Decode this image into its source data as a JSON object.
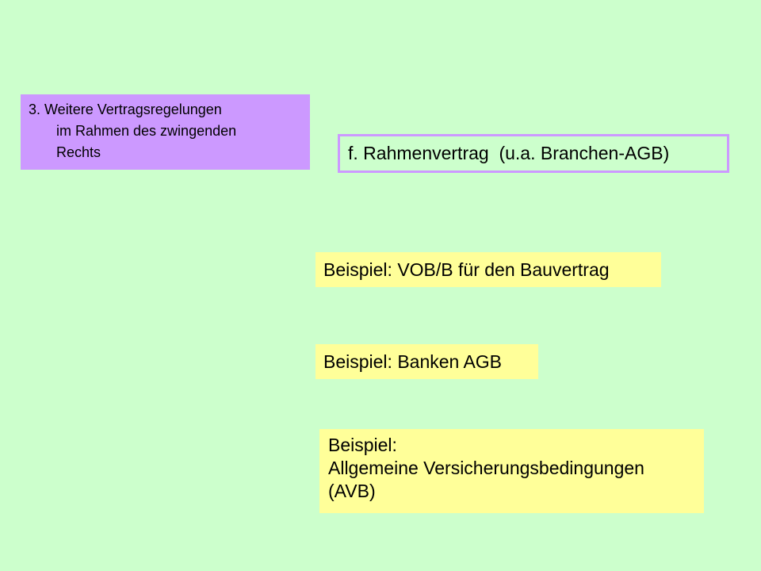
{
  "section": {
    "line1": "3. Weitere Vertragsregelungen",
    "line2": "im Rahmen des zwingenden",
    "line3": "Rechts"
  },
  "title": "f. Rahmenvertrag  (u.a. Branchen-AGB)",
  "examples": [
    {
      "text": "Beispiel: VOB/B für den Bauvertrag"
    },
    {
      "text": "Beispiel: Banken AGB"
    },
    {
      "line1": "Beispiel:",
      "line2": "Allgemeine Versicherungsbedingungen",
      "line3": "(AVB)"
    }
  ],
  "colors": {
    "background": "#ccffcc",
    "section_box": "#cc99ff",
    "title_border": "#cc99ff",
    "example_box": "#ffff99"
  }
}
